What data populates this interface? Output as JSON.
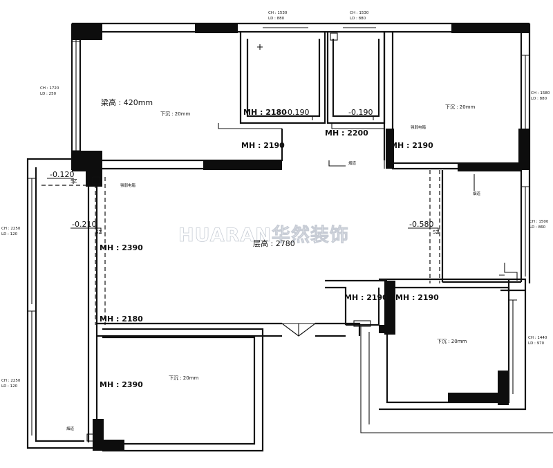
{
  "watermark": "HUARAN华然装饰",
  "heights": {
    "mh_2180_top": "MH : 2180",
    "mh_2180_left": "MH : 2180",
    "mh_2200": "MH : 2200",
    "mh_2190_a": "MH : 2190",
    "mh_2190_b": "MH : 2190",
    "mh_2190_c": "MH : 2190",
    "mh_2190_d": "MH : 2190",
    "mh_2390_a": "MH : 2390",
    "mh_2390_b": "MH : 2390",
    "ceiling_main": "层高 : 2780",
    "beam_left": "梁高 : 420mm"
  },
  "levels": {
    "lv_top_a": "-0.190",
    "lv_top_b": "-0.190",
    "lv_left_top": "-0.120",
    "lv_left_mid": "-0.210",
    "lv_right_mid": "-0.580",
    "sz1": "SZ",
    "sz2": "SZ",
    "sz3": "SZ"
  },
  "drops": {
    "d1": "下沉 : 20mm",
    "d2": "下沉 : 20mm",
    "d3": "下沉 : 20mm",
    "d4": "下沉 : 20mm"
  },
  "windows": {
    "w1_ch": "CH : 1530",
    "w1_ld": "LD : 880",
    "w2_ch": "CH : 1530",
    "w2_ld": "LD : 880",
    "w3_ch": "CH : 1720",
    "w3_ld": "LD : 250",
    "w4_ch": "CH : 1580",
    "w4_ld": "LD : 880",
    "w5_ch": "CH : 2250",
    "w5_ld": "LD : 120",
    "w6_ch": "CH : 1500",
    "w6_ld": "LD : 860",
    "w7_ch": "CH : 2250",
    "w7_ld": "LD : 120",
    "w8_ch": "CH : 1440",
    "w8_ld": "LD : 970"
  },
  "notes": {
    "n1": "烟道",
    "n2": "强弱电箱",
    "n3": "强弱电箱",
    "n4": "烟道",
    "n5": "烟道"
  }
}
